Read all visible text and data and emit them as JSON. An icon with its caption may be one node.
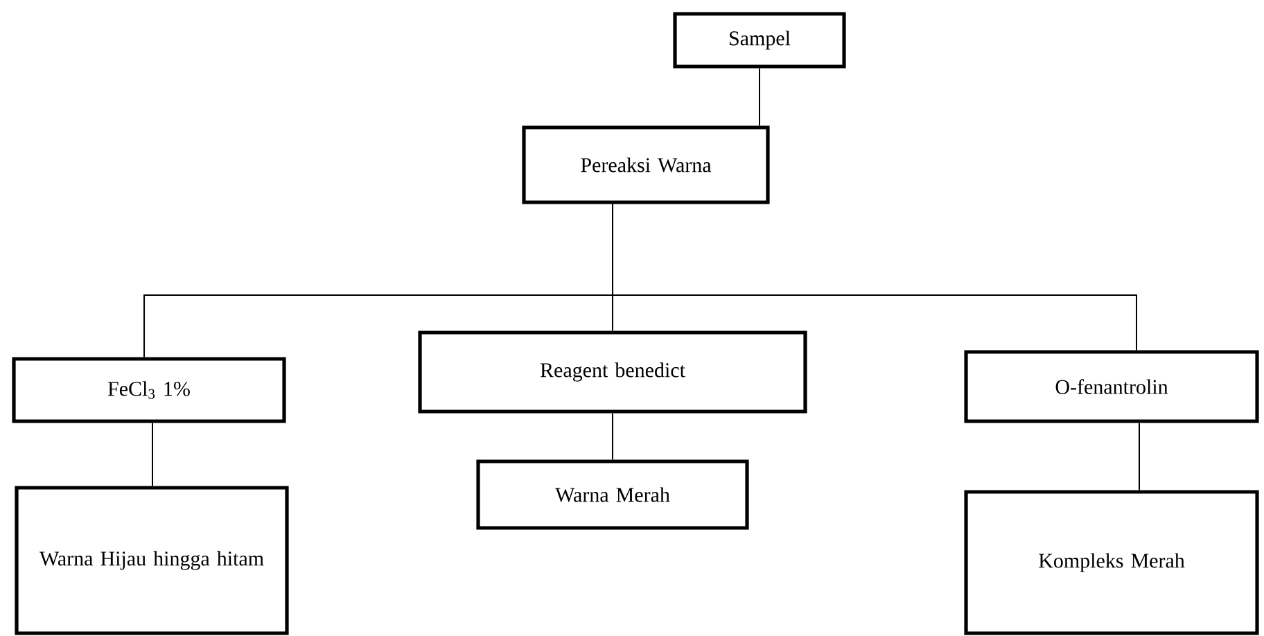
{
  "diagram": {
    "nodes": [
      {
        "text": [
          "Sampel"
        ]
      },
      {
        "text": [
          "Pereaksi Warna"
        ]
      },
      {
        "text": [
          "FeCl$_{3}$ 1%"
        ]
      },
      {
        "text": [
          "Reagent benedict"
        ]
      },
      {
        "text": [
          "O-fenantrolin"
        ]
      },
      {
        "text": [
          "Warna Hijau hingga hitam"
        ]
      },
      {
        "text": [
          "Warna Merah"
        ]
      },
      {
        "text": [
          "Kompleks Merah"
        ]
      }
    ],
    "edges": [
      {
        "from": 0,
        "to": 1,
        "arrow": "none"
      },
      {
        "from": 1,
        "to": 2,
        "arrow": "none"
      },
      {
        "from": 1,
        "to": 3,
        "arrow": "none"
      },
      {
        "from": 1,
        "to": 4,
        "arrow": "none"
      },
      {
        "from": 2,
        "to": 5,
        "arrow": "none"
      },
      {
        "from": 3,
        "to": 6,
        "arrow": "none"
      },
      {
        "from": 4,
        "to": 7,
        "arrow": "none"
      }
    ]
  }
}
